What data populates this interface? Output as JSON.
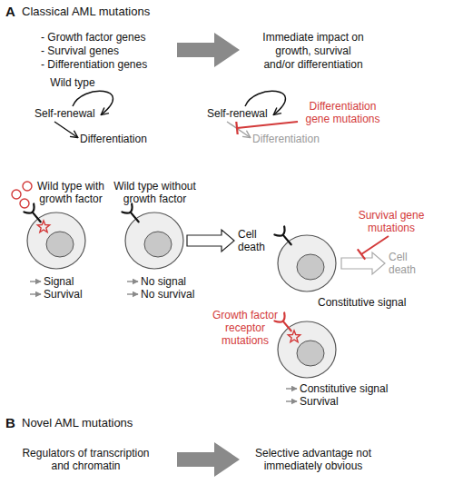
{
  "diagram": {
    "nodes": [
      {
        "text": [
          "Wild type with growth factor",
          "Signal",
          "Survival"
        ]
      },
      {
        "text": [
          "Wild type without growth factor",
          "No signal",
          "No survival"
        ]
      },
      {
        "text": [
          "Constitutive signal"
        ]
      },
      {
        "text": [
          "Constitutive signal",
          "Survival"
        ]
      }
    ],
    "labels": [
      "A",
      "Classical AML mutations",
      "- Growth factor genes",
      "- Survival genes",
      "- Differentiation genes",
      "Immediate impact on growth, survival and/or differentiation",
      "Wild type",
      "Self-renewal",
      "Differentiation",
      "Differentiation gene mutations",
      "Self-renewal",
      "Differentiation",
      "Cell death",
      "Survival gene mutations",
      "Cell death",
      "Growth factor receptor mutations",
      "B",
      "Novel AML mutations",
      "Regulators of transcription and chromatin",
      "Selective advantage not immediately obvious"
    ]
  }
}
